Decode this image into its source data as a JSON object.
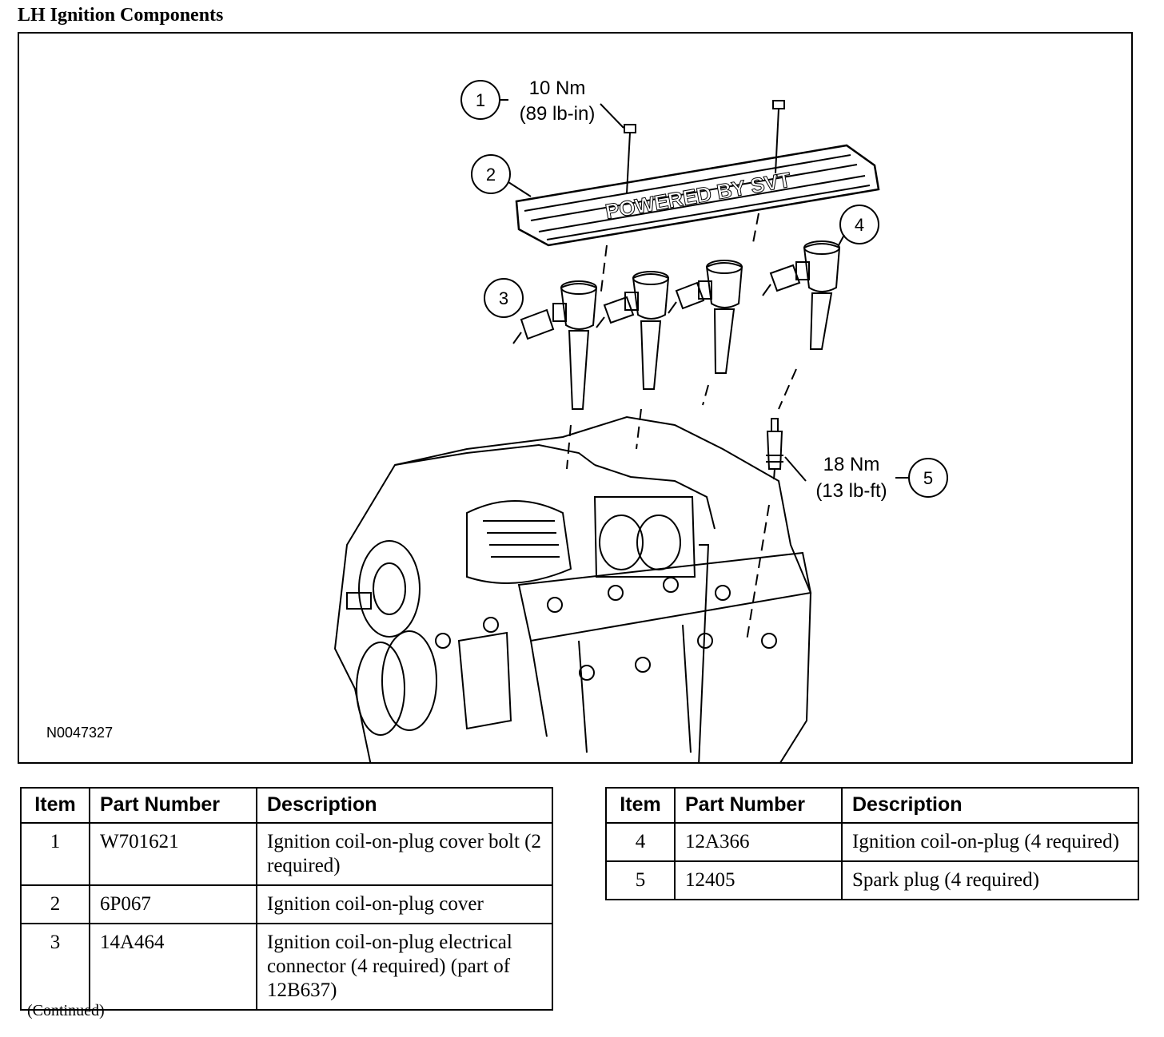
{
  "title": "LH Ignition Components",
  "figure": {
    "figure_id": "N0047327",
    "cover_text": "POWERED BY SVT",
    "callouts": [
      {
        "number": "1",
        "torque_nm": "10 Nm",
        "torque_imperial": "(89 lb-in)"
      },
      {
        "number": "2"
      },
      {
        "number": "3"
      },
      {
        "number": "4"
      },
      {
        "number": "5",
        "torque_nm": "18 Nm",
        "torque_imperial": "(13 lb-ft)"
      }
    ]
  },
  "table_headers": {
    "item": "Item",
    "part_number": "Part Number",
    "description": "Description"
  },
  "table_left": [
    {
      "item": "1",
      "part_number": "W701621",
      "description": "Ignition coil-on-plug cover bolt (2 required)"
    },
    {
      "item": "2",
      "part_number": "6P067",
      "description": "Ignition coil-on-plug cover"
    },
    {
      "item": "3",
      "part_number": "14A464",
      "description": "Ignition coil-on-plug electrical connector (4 required) (part of 12B637)"
    }
  ],
  "table_right": [
    {
      "item": "4",
      "part_number": "12A366",
      "description": "Ignition coil-on-plug (4 required)"
    },
    {
      "item": "5",
      "part_number": "12405",
      "description": "Spark plug (4 required)"
    }
  ],
  "footer": "(Continued)"
}
